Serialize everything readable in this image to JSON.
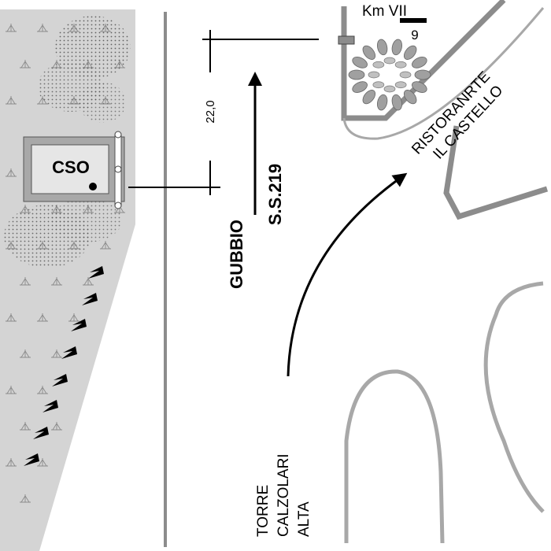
{
  "colors": {
    "background": "#ffffff",
    "verge_fill": "#d4d4d4",
    "road_line": "#8c8c8c",
    "road_line_light": "#a8a8a8",
    "ink": "#000000",
    "building_fill": "#a8a8a8",
    "building_inner": "#e6e6e6",
    "foliage": "#8a8a8a"
  },
  "icons": {
    "marker": "filled-circle-icon",
    "tree_row": "conifer-tree-icon",
    "arrow": "arrowhead-icon",
    "roundabout": "roundabout-foliage-icon"
  },
  "labels": {
    "km_marker": "Km VII",
    "km_value": "9",
    "distance": "22,0",
    "building": "CSO",
    "road_number": "S.S.219",
    "direction_north": "GUBBIO",
    "restaurant_line1": "RISTORANRTE",
    "restaurant_line2": "IL CASTELLO",
    "origin_line1": "TORRE",
    "origin_line2": "CALZOLARI",
    "origin_line3": "ALTA"
  }
}
